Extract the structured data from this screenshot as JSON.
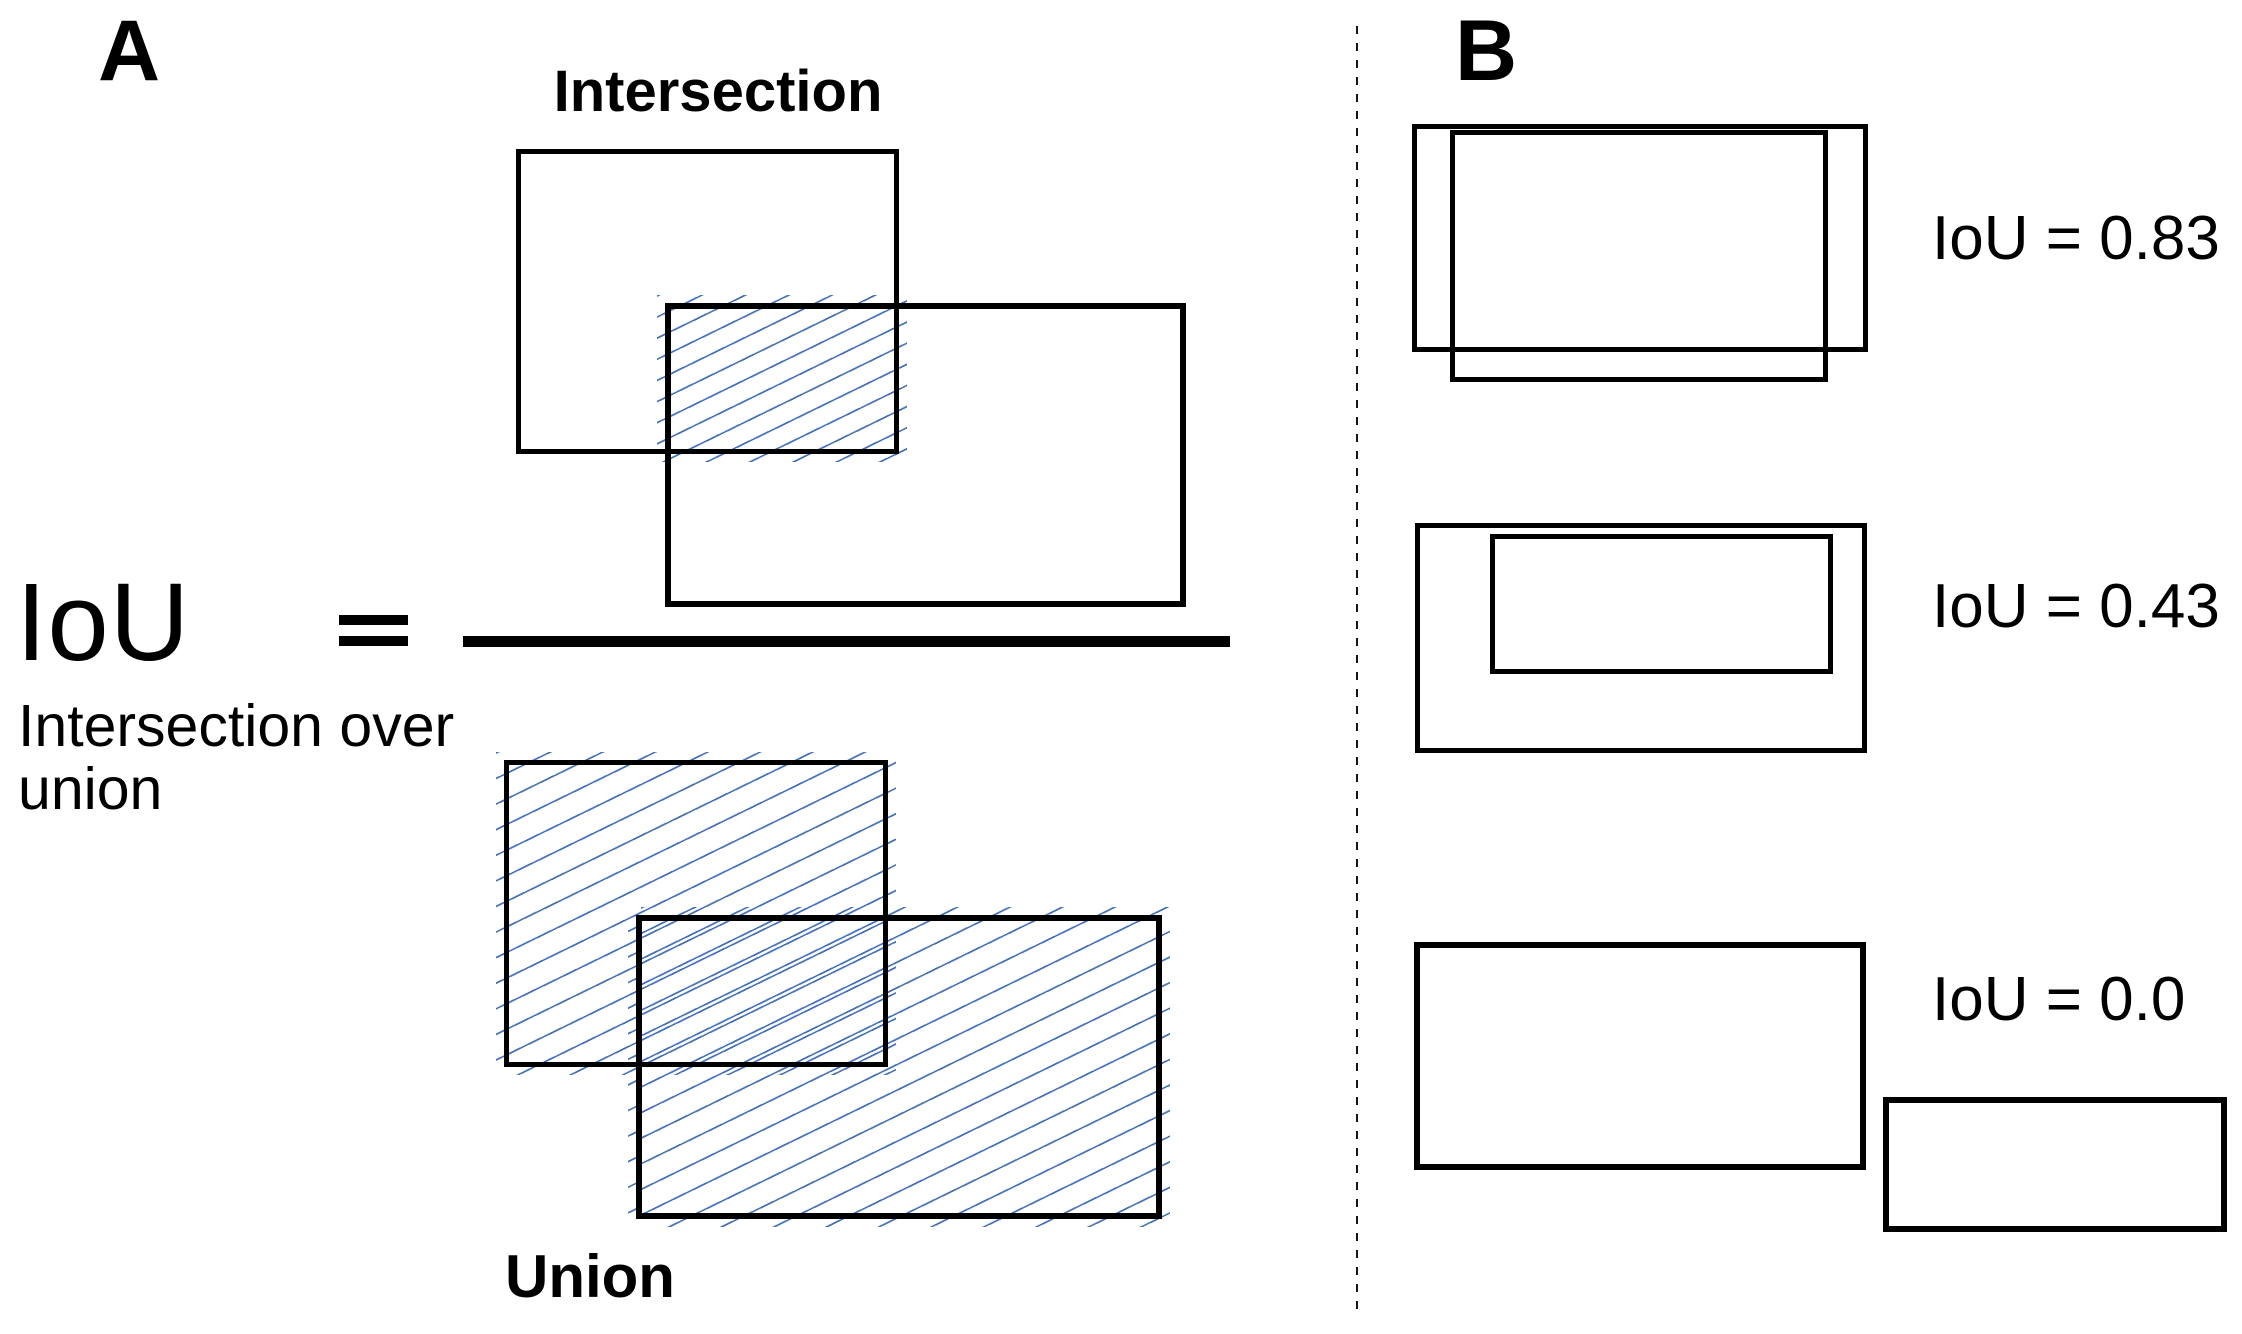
{
  "figure": {
    "panel_a": {
      "label": "A",
      "diagram_top_title": "Intersection",
      "diagram_bottom_title": "Union",
      "equation": {
        "lhs": "IoU",
        "equals_sign": "=",
        "description_line1": "Intersection over",
        "description_line2": "union"
      }
    },
    "panel_b": {
      "label": "B",
      "examples": [
        {
          "iou_label": "IoU = 0.83"
        },
        {
          "iou_label": "IoU = 0.43"
        },
        {
          "iou_label": "IoU = 0.0"
        }
      ]
    },
    "colors": {
      "hatch_blue": "#4a74ba",
      "line_black": "#000000"
    },
    "geometry": {
      "box_a1": [
        516,
        149,
        383,
        305
      ],
      "box_a2": [
        665,
        303,
        521,
        304
      ],
      "intersection_hatch": [
        657,
        295,
        250,
        167
      ],
      "equals_bar_top": [
        339,
        615,
        69,
        10
      ],
      "equals_bar_bottom": [
        339,
        636,
        69,
        10
      ],
      "fraction_bar": [
        463,
        636,
        767,
        11
      ],
      "union_hatch1": [
        496,
        752,
        400,
        323
      ],
      "union_hatch2": [
        628,
        907,
        542,
        320
      ],
      "box_u1": [
        504,
        760,
        384,
        307
      ],
      "box_u2": [
        636,
        915,
        526,
        304
      ],
      "divider": [
        1356,
        26,
        2,
        1286
      ],
      "b1_box1": [
        1412,
        124,
        456,
        228
      ],
      "b1_box2": [
        1450,
        130,
        378,
        252
      ],
      "b2_box1": [
        1415,
        523,
        452,
        230
      ],
      "b2_box2": [
        1490,
        534,
        343,
        140
      ],
      "b3_box1": [
        1414,
        942,
        452,
        228
      ],
      "b3_box2": [
        1883,
        1097,
        344,
        135
      ]
    }
  }
}
